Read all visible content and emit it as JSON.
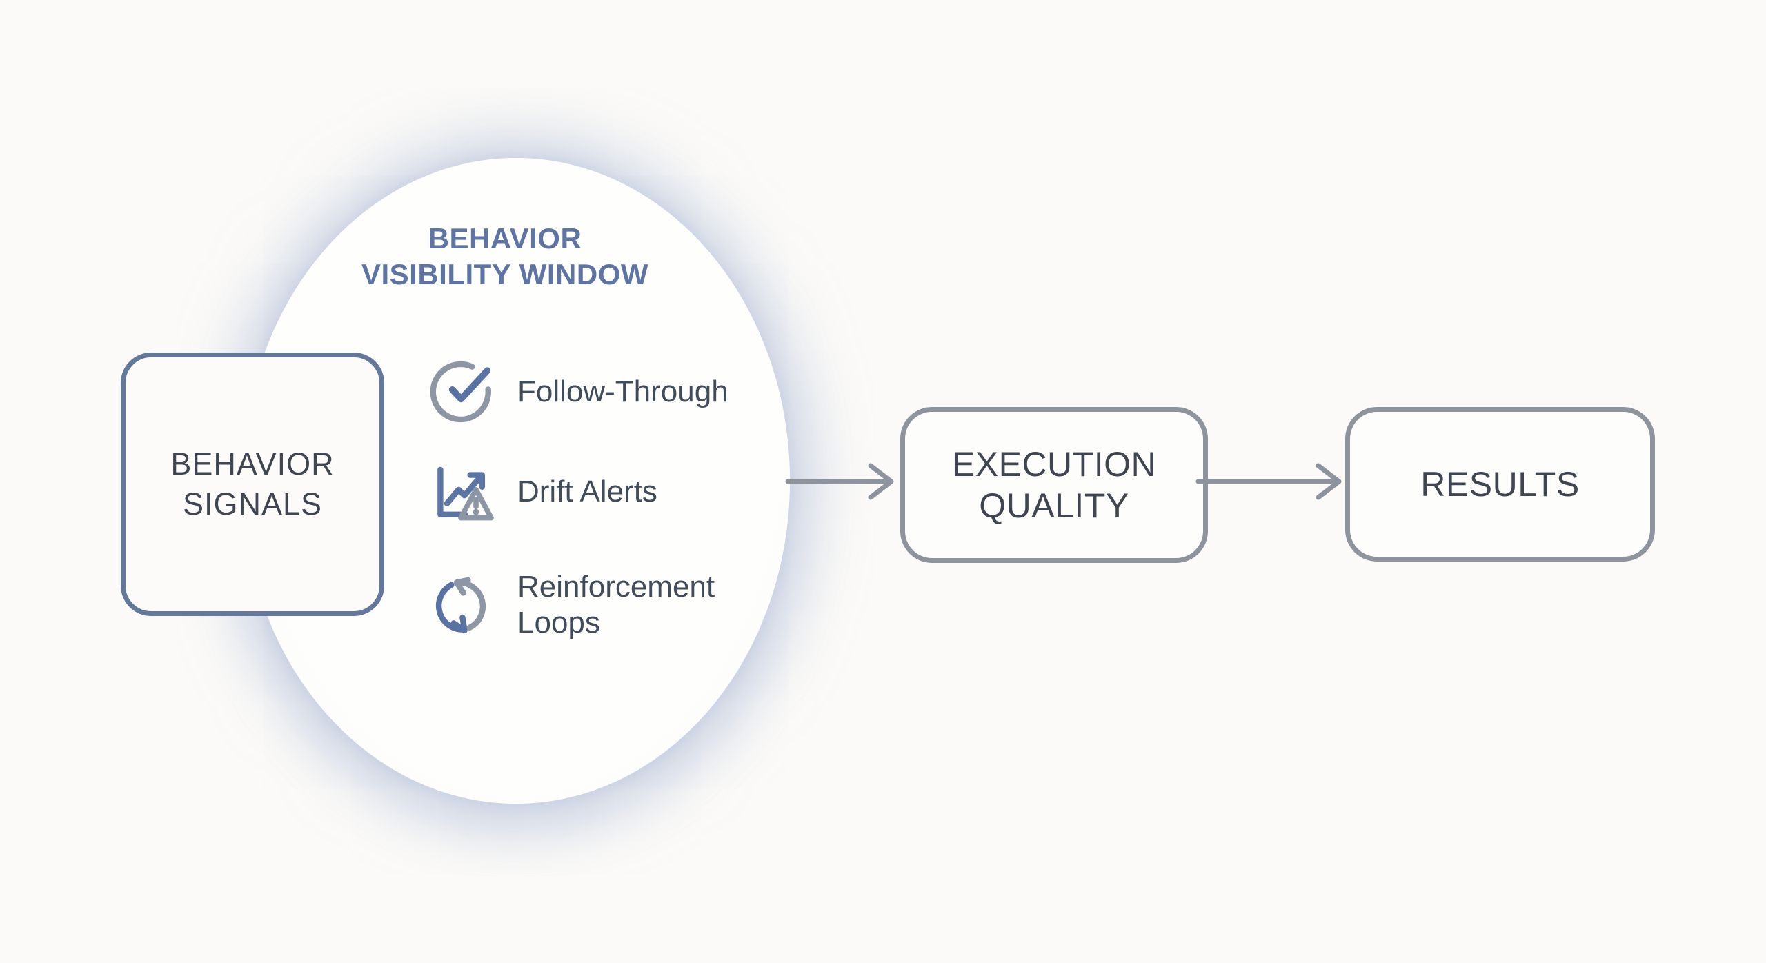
{
  "diagram": {
    "type": "flow",
    "background_color": "#fbfaf8",
    "accent_blue": "#64789c",
    "title_blue": "#5d74a4",
    "node_border_gray": "#8d949e",
    "text_dark": "#3f4651",
    "icon_gray": "#8d96a4",
    "icon_blue": "#5873a3",
    "glow_color": "#aebcd8"
  },
  "bubble": {
    "title_line1": "BEHAVIOR",
    "title_line2": "VISIBILITY WINDOW",
    "items": [
      {
        "icon": "check-circle-icon",
        "label": "Follow-Through"
      },
      {
        "icon": "trend-alert-icon",
        "label": "Drift Alerts"
      },
      {
        "icon": "loop-icon",
        "label": "Reinforcement Loops"
      }
    ]
  },
  "nodes": [
    {
      "id": "behavior-signals",
      "line1": "BEHAVIOR",
      "line2": "SIGNALS"
    },
    {
      "id": "execution-quality",
      "line1": "EXECUTION",
      "line2": "QUALITY"
    },
    {
      "id": "results",
      "line1": "RESULTS",
      "line2": ""
    }
  ],
  "flow": [
    {
      "from": "behavior-visibility-window",
      "to": "execution-quality"
    },
    {
      "from": "execution-quality",
      "to": "results"
    }
  ]
}
